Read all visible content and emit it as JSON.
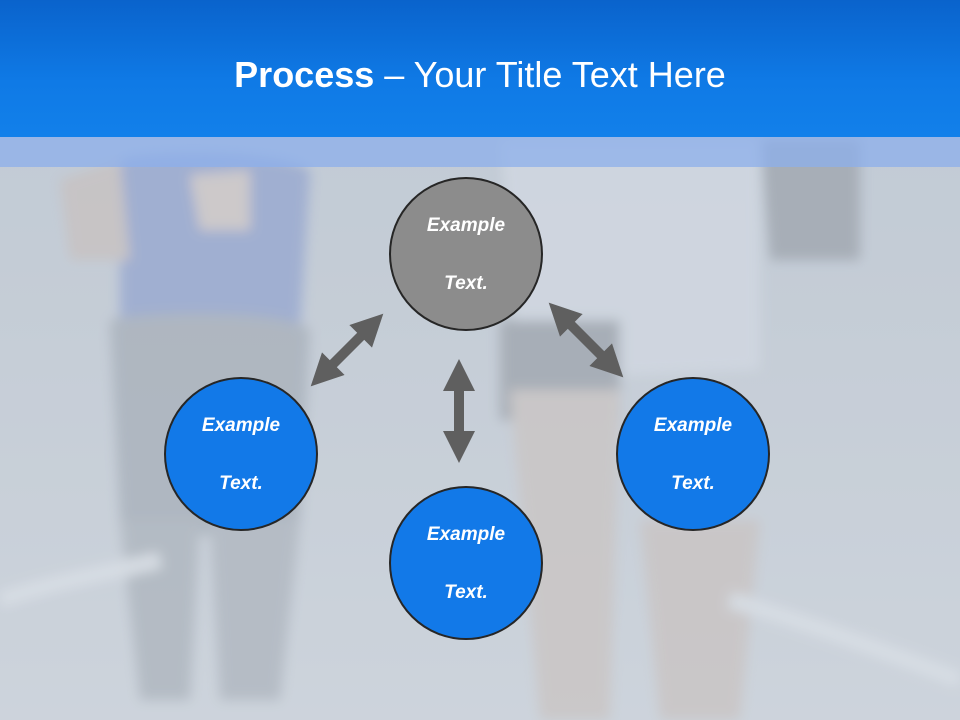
{
  "slide": {
    "title_bold": "Process",
    "title_separator": " – ",
    "title_rest": "Your Title Text Here"
  },
  "nodes": {
    "top": {
      "line1": "Example",
      "line2": "Text."
    },
    "left": {
      "line1": "Example",
      "line2": "Text."
    },
    "bottom": {
      "line1": "Example",
      "line2": "Text."
    },
    "right": {
      "line1": "Example",
      "line2": "Text."
    }
  },
  "colors": {
    "header": "#0f7ae6",
    "node_top": "#8c8c8c",
    "node_other": "#1279e8",
    "arrow": "#5f5f5f"
  },
  "icons": {
    "connector": "double-headed-arrow"
  }
}
